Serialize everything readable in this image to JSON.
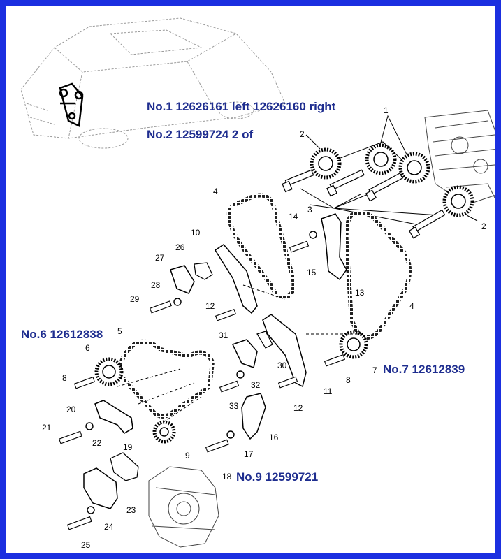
{
  "colors": {
    "border": "#1b2fe0",
    "callout_text": "#1e2d8f",
    "line": "#000000",
    "sketch": "#9a9a9a"
  },
  "callouts": {
    "no1": "No.1 12626161 left 12626160 right",
    "no2": "No.2 12599724 2 of",
    "no6": "No.6 12612838",
    "no7": "No.7 12612839",
    "no9": "No.9 12599721"
  },
  "parts": {
    "p1": "1",
    "p2a": "2",
    "p2b": "2",
    "p3": "3",
    "p4a": "4",
    "p4b": "4",
    "p5": "5",
    "p6": "6",
    "p7": "7",
    "p8a": "8",
    "p8b": "8",
    "p9": "9",
    "p10": "10",
    "p11": "11",
    "p12a": "12",
    "p12b": "12",
    "p13": "13",
    "p14": "14",
    "p15": "15",
    "p16": "16",
    "p17": "17",
    "p18": "18",
    "p19": "19",
    "p20": "20",
    "p21": "21",
    "p22": "22",
    "p23": "23",
    "p24": "24",
    "p25": "25",
    "p26": "26",
    "p27": "27",
    "p28": "28",
    "p29": "29",
    "p30": "30",
    "p31": "31",
    "p32": "32",
    "p33": "33"
  }
}
